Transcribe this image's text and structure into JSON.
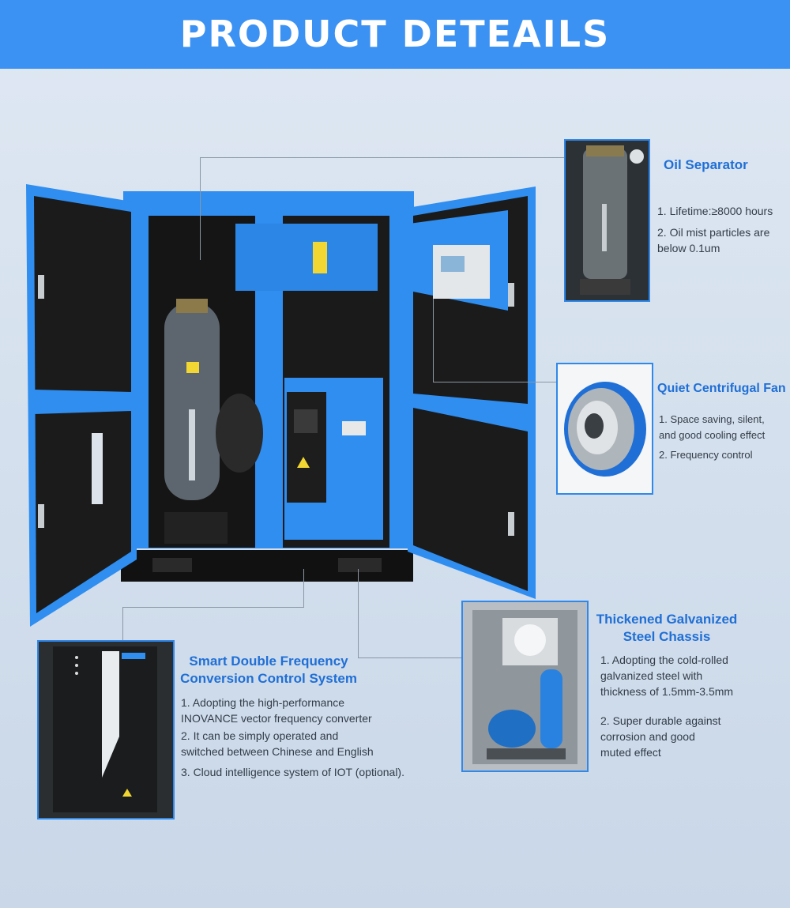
{
  "header": {
    "title": "PRODUCT DETEAILS"
  },
  "oil_separator": {
    "title": "Oil Separator",
    "items": [
      "1. Lifetime:≥8000 hours",
      "2. Oil mist particles are\n    below 0.1um"
    ]
  },
  "fan": {
    "title": "Quiet Centrifugal Fan",
    "items": [
      "1. Space saving, silent,\n    and good cooling effect",
      "2. Frequency control"
    ]
  },
  "chassis": {
    "title_lines": [
      "Thickened Galvanized",
      "Steel Chassis"
    ],
    "items": [
      "1. Adopting the cold-rolled\n    galvanized steel with\n    thickness of 1.5mm-3.5mm",
      "2. Super durable against\n    corrosion and good\n    muted effect"
    ]
  },
  "control": {
    "title_lines": [
      "Smart Double Frequency",
      "Conversion Control System"
    ],
    "items": [
      "1. Adopting the high-performance\n    INOVANCE vector frequency converter",
      "2. It can be simply operated and\n    switched between Chinese and English",
      "3. Cloud intelligence system of IOT (optional)."
    ]
  },
  "colors": {
    "header_blue": "#3c92f2",
    "title_blue": "#1f6fd6",
    "machine_blue": "#2f8ef0"
  }
}
